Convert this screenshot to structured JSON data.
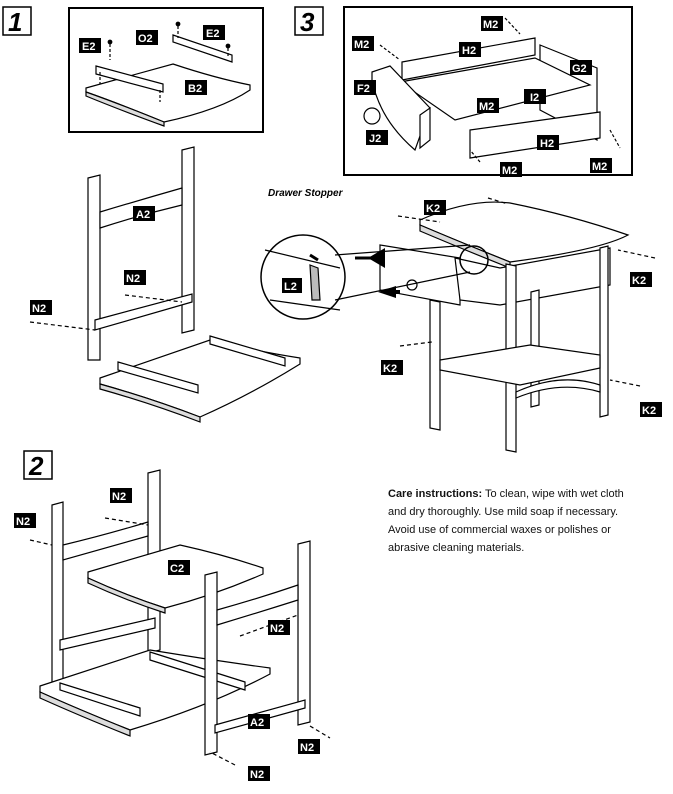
{
  "steps": [
    "1",
    "3",
    "2"
  ],
  "labels": {
    "E2": "E2",
    "O2": "O2",
    "B2": "B2",
    "A2": "A2",
    "N2": "N2",
    "C2": "C2",
    "M2": "M2",
    "H2": "H2",
    "G2": "G2",
    "F2": "F2",
    "I2": "I2",
    "J2": "J2",
    "K2": "K2",
    "L2": "L2"
  },
  "drawer_stopper": "Drawer Stopper",
  "care": {
    "title": "Care instructions:",
    "text": "To clean, wipe with wet cloth and dry thoroughly.  Use mild soap if necessary.  Avoid use of commercial waxes or polishes or abrasive cleaning materials."
  }
}
